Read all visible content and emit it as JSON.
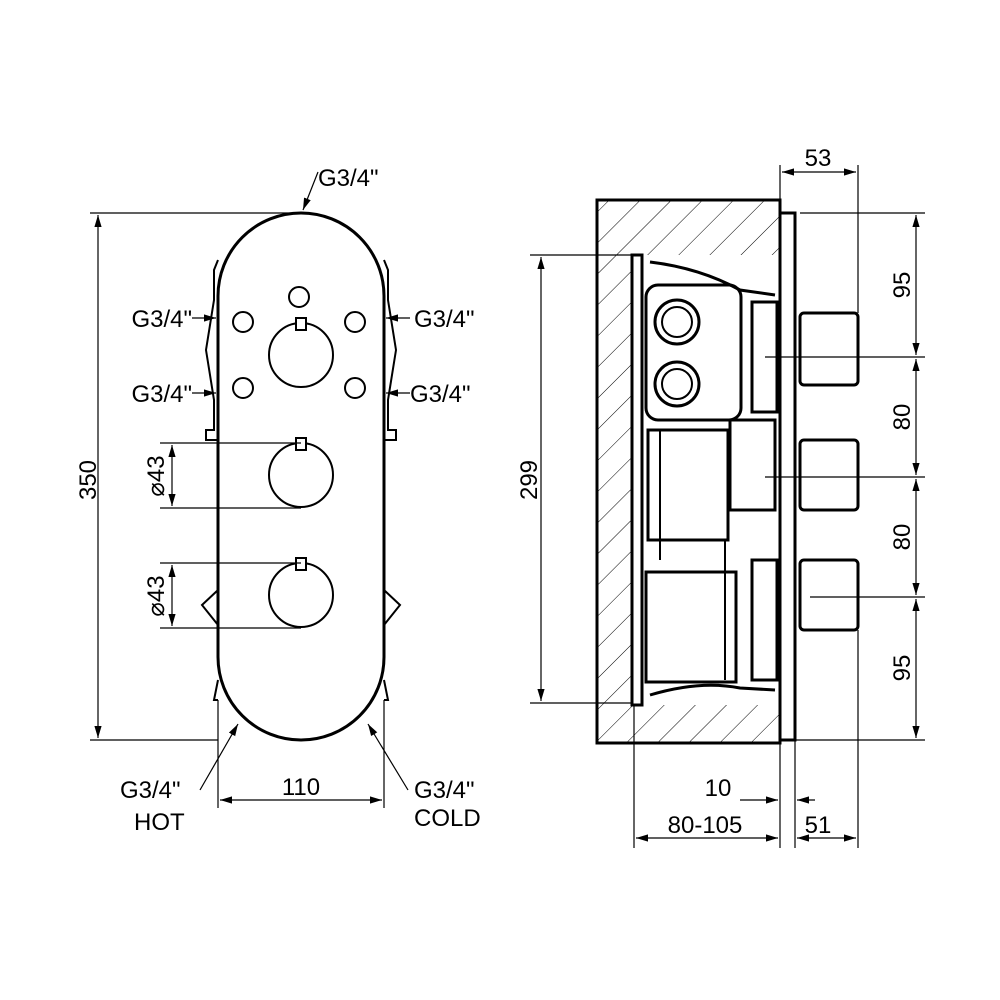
{
  "front_view": {
    "top_connection": "G3/4\"",
    "left_upper_connection": "G3/4\"",
    "right_upper_connection": "G3/4\"",
    "left_lower_connection": "G3/4\"",
    "right_lower_connection": "G3/4\"",
    "hot_connection": "G3/4\"",
    "hot_label": "HOT",
    "cold_connection": "G3/4\"",
    "cold_label": "COLD",
    "height_dim": "350",
    "width_dim": "110",
    "knob1_diameter": "⌀43",
    "knob2_diameter": "⌀43"
  },
  "side_view": {
    "projection_dim": "53",
    "body_height_dim": "299",
    "spacing_dims": [
      "95",
      "80",
      "80",
      "95"
    ],
    "plate_dim": "10",
    "wall_depth_dim": "80-105",
    "knob_depth_dim": "51"
  }
}
